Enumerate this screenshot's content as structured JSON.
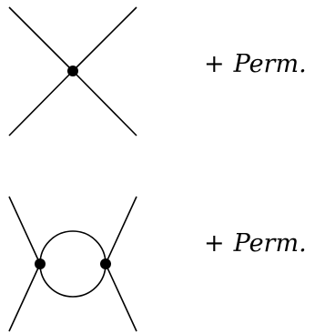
{
  "diagrams": [
    {
      "kind": "tree-level four-point vertex",
      "label_plus": "+",
      "label_perm": "Perm."
    },
    {
      "kind": "one-loop bubble",
      "label_plus": "+",
      "label_perm": "Perm."
    }
  ],
  "colors": {
    "line": "#000000",
    "vertex": "#000000",
    "background": "#ffffff"
  }
}
